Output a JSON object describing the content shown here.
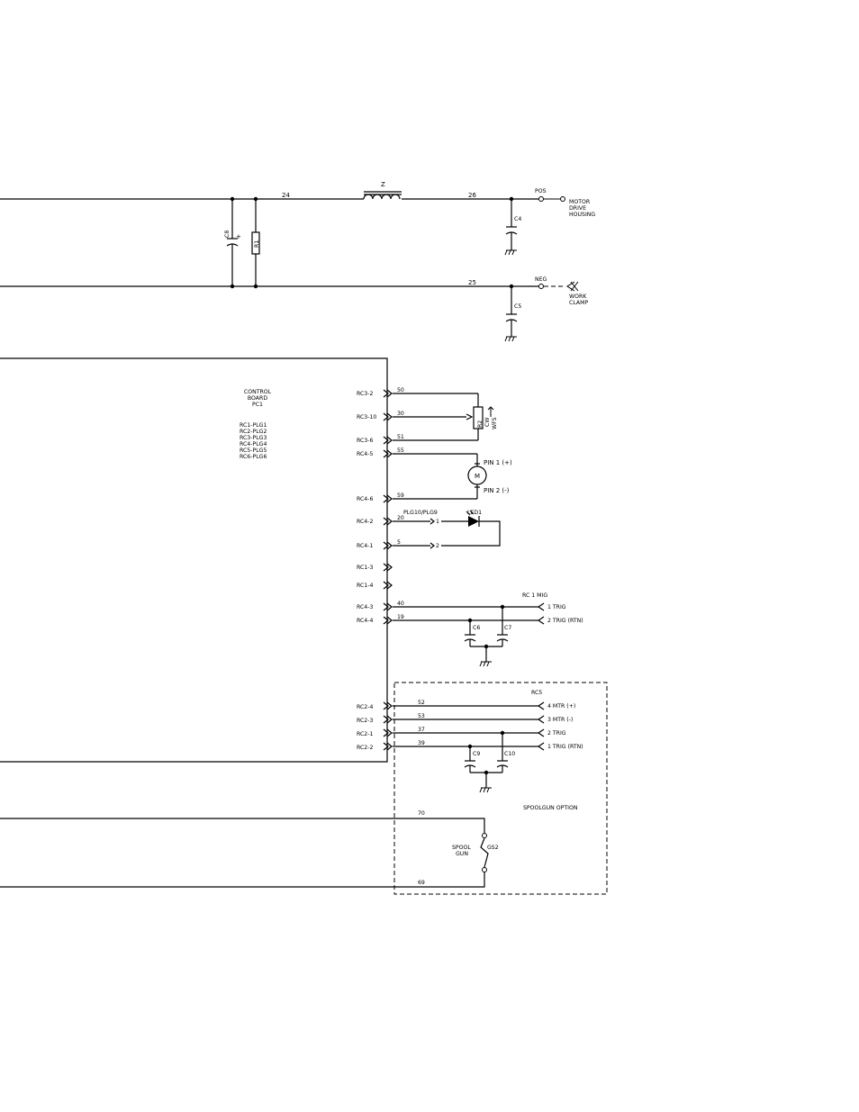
{
  "power": {
    "wire_24": "24",
    "wire_26": "26",
    "wire_25": "25",
    "choke_label": "Z",
    "c8_label": "C8",
    "c8_polarity": "+",
    "r1_label": "R1",
    "c4_label": "C4",
    "c5_label": "C5",
    "pos_label": "POS",
    "neg_label": "NEG",
    "motor_housing": [
      "MOTOR",
      "DRIVE",
      "HOUSING"
    ],
    "work_clamp": [
      "WORK",
      "CLAMP"
    ]
  },
  "control_board": {
    "title": [
      "CONTROL",
      "BOARD",
      "PC1"
    ],
    "plugs": [
      "RC1-PLG1",
      "RC2-PLG2",
      "RC3-PLG3",
      "RC4-PLG4",
      "RC5-PLG5",
      "RC6-PLG6"
    ]
  },
  "connectors": {
    "rc3_2": "RC3-2",
    "rc3_10": "RC3-10",
    "rc3_6": "RC3-6",
    "rc4_5": "RC4-5",
    "rc4_6": "RC4-6",
    "rc4_2": "RC4-2",
    "rc4_1": "RC4-1",
    "rc1_3": "RC1-3",
    "rc1_4": "RC1-4",
    "rc4_3": "RC4-3",
    "rc4_4": "RC4-4",
    "rc2_4": "RC2-4",
    "rc2_3": "RC2-3",
    "rc2_1": "RC2-1",
    "rc2_2": "RC2-2"
  },
  "wires": {
    "w50": "50",
    "w30": "30",
    "w51": "51",
    "w55": "55",
    "w59": "59",
    "w20": "20",
    "w5": "5",
    "w40": "40",
    "w19": "19",
    "w52": "52",
    "w53": "53",
    "w37": "37",
    "w39": "39",
    "w70": "70",
    "w69": "69"
  },
  "components": {
    "r2": "R2",
    "cw": "CW",
    "wfs": "WFS",
    "motor": "M",
    "pin1": "PIN 1 (+)",
    "pin2": "PIN 2 (-)",
    "plg": "PLG10/PLG9",
    "led": "LED1",
    "pin_1": "1",
    "pin_2": "2",
    "rc1_mig": "RC 1  MIG",
    "trig_1": "1  TRIG",
    "trig_2": "2  TRIG (RTN)",
    "c6": "C6",
    "c7": "C7"
  },
  "spoolgun": {
    "rc5": "RC5",
    "mtr_pos": "4  MTR (+)",
    "mtr_neg": "3  MTR (-)",
    "trig_2": "2  TRIG",
    "trig_rtn": "1  TRIG (RTN)",
    "c9": "C9",
    "c10": "C10",
    "option": "SPOOLGUN OPTION",
    "spool": "SPOOL",
    "gun": "GUN",
    "gs2": "GS2"
  }
}
